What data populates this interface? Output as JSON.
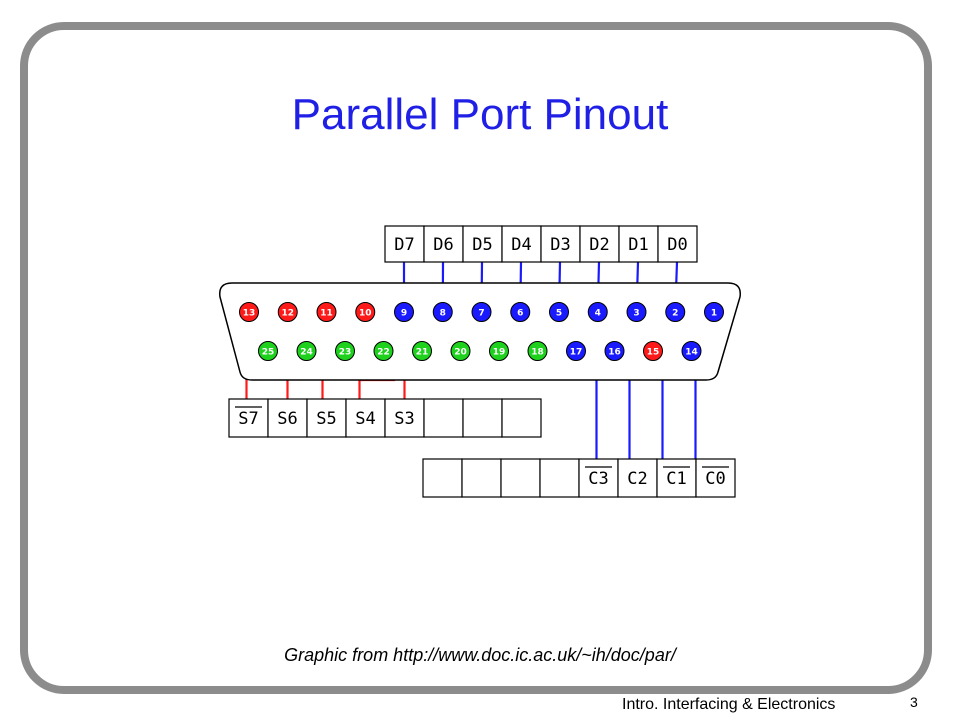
{
  "slide": {
    "title": "Parallel Port Pinout",
    "caption": "Graphic from http://www.doc.ic.ac.uk/~ih/doc/par/",
    "footer": "Intro. Interfacing & Electronics",
    "page_number": "3"
  },
  "colors": {
    "data": "#1a1aff",
    "status": "#ff1a1a",
    "ground": "#1dd11d",
    "wire_data": "#1a1aff",
    "wire_status": "#ff1a1a"
  },
  "diagram": {
    "data_register": [
      "D7",
      "D6",
      "D5",
      "D4",
      "D3",
      "D2",
      "D1",
      "D0"
    ],
    "status_register": [
      "S7",
      "S6",
      "S5",
      "S4",
      "S3",
      "",
      "",
      ""
    ],
    "control_register": [
      "",
      "",
      "",
      "",
      "C3",
      "C2",
      "C1",
      "C0"
    ],
    "overlined": [
      "S7",
      "C3",
      "C1",
      "C0"
    ],
    "top_row_pins": [
      "13",
      "12",
      "11",
      "10",
      "9",
      "8",
      "7",
      "6",
      "5",
      "4",
      "3",
      "2",
      "1"
    ],
    "bottom_row_pins": [
      "25",
      "24",
      "23",
      "22",
      "21",
      "20",
      "19",
      "18",
      "17",
      "16",
      "15",
      "14"
    ],
    "top_row_kinds": [
      "status",
      "status",
      "status",
      "status",
      "data",
      "data",
      "data",
      "data",
      "data",
      "data",
      "data",
      "data",
      "data"
    ],
    "bottom_row_kinds": [
      "ground",
      "ground",
      "ground",
      "ground",
      "ground",
      "ground",
      "ground",
      "ground",
      "data",
      "data",
      "status",
      "data"
    ]
  }
}
